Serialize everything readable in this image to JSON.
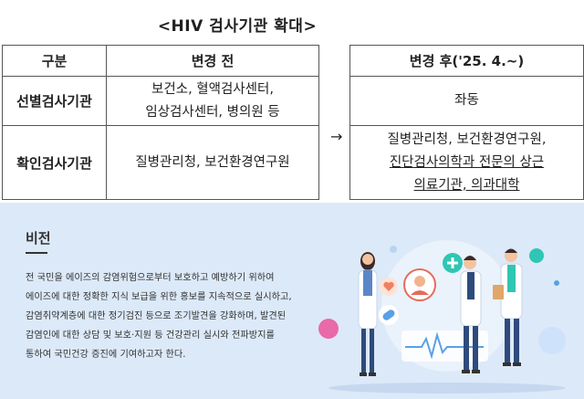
{
  "title": "<HIV 검사기관 확대>",
  "table": {
    "header": {
      "category": "구분",
      "before": "변경 전",
      "after": "변경 후('25. 4.~)"
    },
    "rows": [
      {
        "label": "선별검사기관",
        "before": [
          "보건소, 혈액검사센터,",
          "임상검사센터, 병의원 등"
        ],
        "after": [
          "좌동"
        ]
      },
      {
        "label": "확인검사기관",
        "before": [
          "질병관리청, 보건환경연구원"
        ],
        "after": [
          "질병관리청, 보건환경연구원,",
          "진단검사의학과 전문의 상근",
          "의료기관, 의과대학"
        ]
      }
    ],
    "arrow": "→"
  },
  "vision": {
    "title": "비전",
    "lines": [
      "전 국민을 에이즈의 감염위험으로부터 보호하고 예방하기 위하여",
      "에이즈에 대한 정확한 지식 보급을 위한 홍보를 지속적으로 실시하고,",
      "감염취약계층에 대한 정기검진 등으로 조기발견을 강화하며, 발견된",
      "감염인에 대한 상담 및 보호·지원 등 건강관리 실시와 전파방지를",
      "통하여 국민건강 증진에 기여하고자 한다."
    ]
  },
  "colors": {
    "vision_background": "#dce9f8",
    "accent_blue": "#5aa0e6",
    "accent_pink": "#e86aa8",
    "accent_teal": "#2fc6b4"
  },
  "illustration": {
    "icons": [
      "doctor-female-icon",
      "doctor-male-icon",
      "doctor-clipboard-icon",
      "patient-avatar-icon",
      "heart-icon",
      "plus-icon",
      "pill-icon",
      "heartbeat-icon"
    ]
  }
}
